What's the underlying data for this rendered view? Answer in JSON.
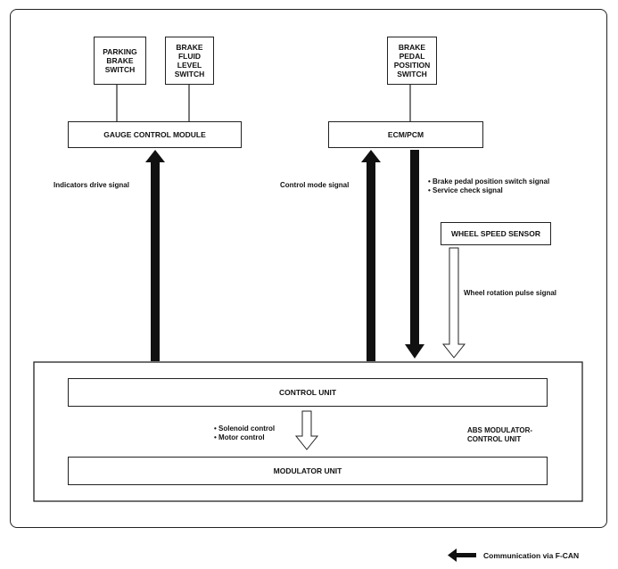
{
  "switches": {
    "parking_brake": "PARKING\nBRAKE\nSWITCH",
    "brake_fluid_level": "BRAKE\nFLUID\nLEVEL\nSWITCH",
    "brake_pedal_position": "BRAKE\nPEDAL\nPOSITION\nSWITCH"
  },
  "modules": {
    "gauge_control": "GAUGE CONTROL MODULE",
    "ecm_pcm": "ECM/PCM",
    "wheel_speed_sensor": "WHEEL SPEED SENSOR",
    "control_unit": "CONTROL UNIT",
    "modulator_unit": "MODULATOR UNIT",
    "abs_modulator": "ABS MODULATOR-\nCONTROL UNIT"
  },
  "signals": {
    "indicators_drive": "Indicators drive signal",
    "control_mode": "Control mode signal",
    "brake_pedal_service": "• Brake pedal position switch signal\n• Service check signal",
    "wheel_rotation": "Wheel rotation pulse signal",
    "solenoid_motor": "• Solenoid control\n• Motor control"
  },
  "legend": {
    "f_can": "Communication via F-CAN"
  }
}
